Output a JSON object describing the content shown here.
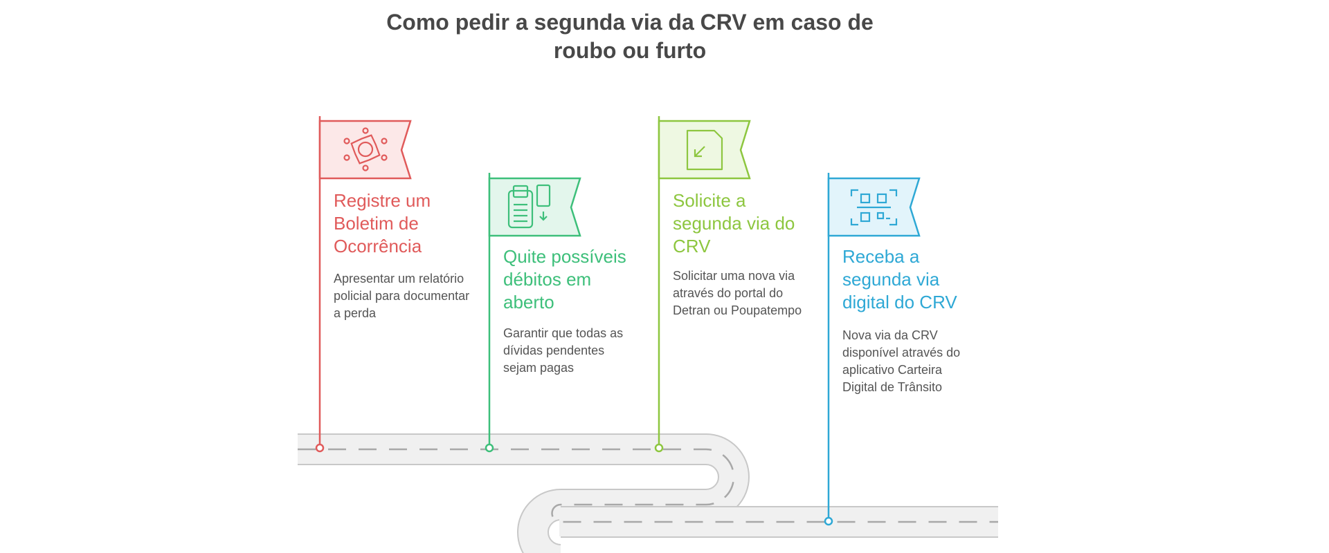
{
  "title": "Como pedir a segunda via da CRV em caso de roubo ou furto",
  "colors": {
    "road": "#f0f0f0",
    "road_border": "#c8c8c8",
    "dash": "#a8a8a8",
    "text": "#545454"
  },
  "steps": [
    {
      "title": "Registre um Boletim de Ocorrência",
      "description": "Apresentar um relatório policial para documentar a perda",
      "color": "#e05a5a",
      "fill": "#fce8e8",
      "icon": "police-badge-icon"
    },
    {
      "title": "Quite possíveis débitos em aberto",
      "description": "Garantir que todas as dívidas pendentes sejam pagas",
      "color": "#3dbf7a",
      "fill": "#e3f6ec",
      "icon": "payment-terminal-icon"
    },
    {
      "title": "Solicite a segunda via do CRV",
      "description": "Solicitar uma nova via através do portal do Detran ou Poupatempo",
      "color": "#8dc63f",
      "fill": "#eef8e2",
      "icon": "document-request-icon"
    },
    {
      "title": "Receba a segunda via digital do CRV",
      "description": "Nova via da CRV disponível através do aplicativo Carteira Digital de Trânsito",
      "color": "#2ea8d5",
      "fill": "#e2f4fb",
      "icon": "qr-code-icon"
    }
  ]
}
